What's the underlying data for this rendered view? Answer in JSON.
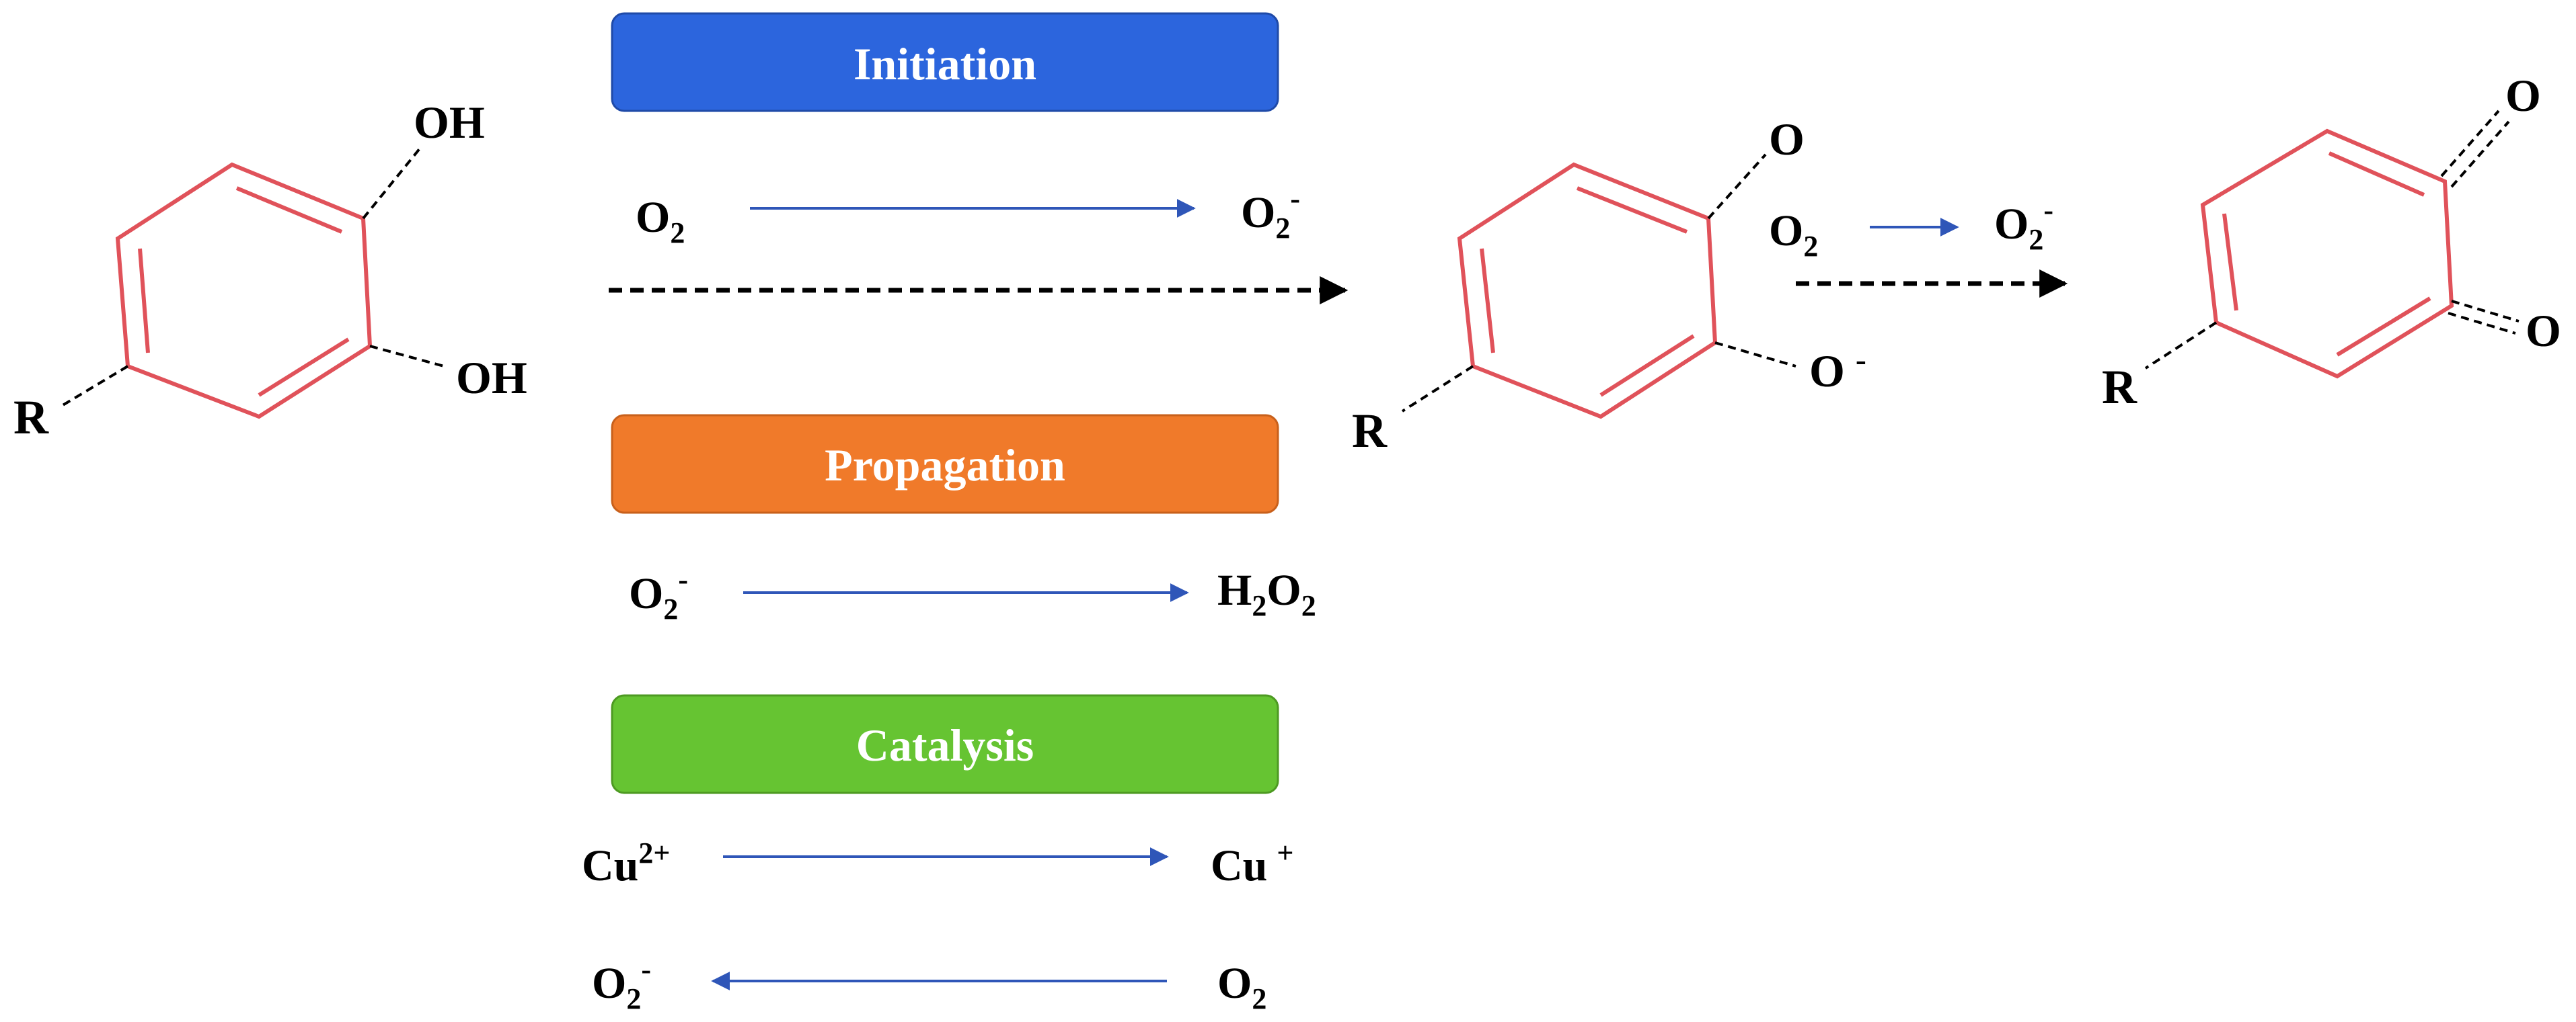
{
  "colors": {
    "initiation": "#2c65dd",
    "propagation": "#f07a2a",
    "catalysis": "#66c432",
    "ring": "#e0525a",
    "arrow_blue": "#2f56b8"
  },
  "molecules": {
    "catechol": {
      "substituent": "R",
      "oh_top": "OH",
      "oh_bottom": "OH"
    },
    "semiquinone": {
      "substituent": "R",
      "oxygen_top": "O",
      "oxygen_bottom": "O",
      "minus_sign": "-"
    },
    "quinone": {
      "substituent": "R",
      "oxygen_top": "O",
      "oxygen_bottom": "O"
    }
  },
  "stages": {
    "initiation": {
      "label": "Initiation",
      "from": {
        "base": "O",
        "sub": "2"
      },
      "to": {
        "base": "O",
        "sub": "2",
        "sup": "-"
      }
    },
    "propagation": {
      "label": "Propagation",
      "from": {
        "base": "O",
        "sub": "2",
        "sup": "-"
      },
      "to": {
        "h": "H",
        "h_sub": "2",
        "o": "O",
        "o_sub": "2"
      }
    },
    "catalysis": {
      "label": "Catalysis",
      "row1": {
        "from_base": "Cu",
        "from_sup": "2+",
        "to_base": "Cu",
        "to_sup": "+"
      },
      "row2": {
        "left": {
          "base": "O",
          "sub": "2",
          "sup": "-"
        },
        "right": {
          "base": "O",
          "sub": "2"
        }
      }
    },
    "second_step": {
      "from": {
        "base": "O",
        "sub": "2"
      },
      "to": {
        "base": "O",
        "sub": "2",
        "sup": "-"
      }
    }
  }
}
